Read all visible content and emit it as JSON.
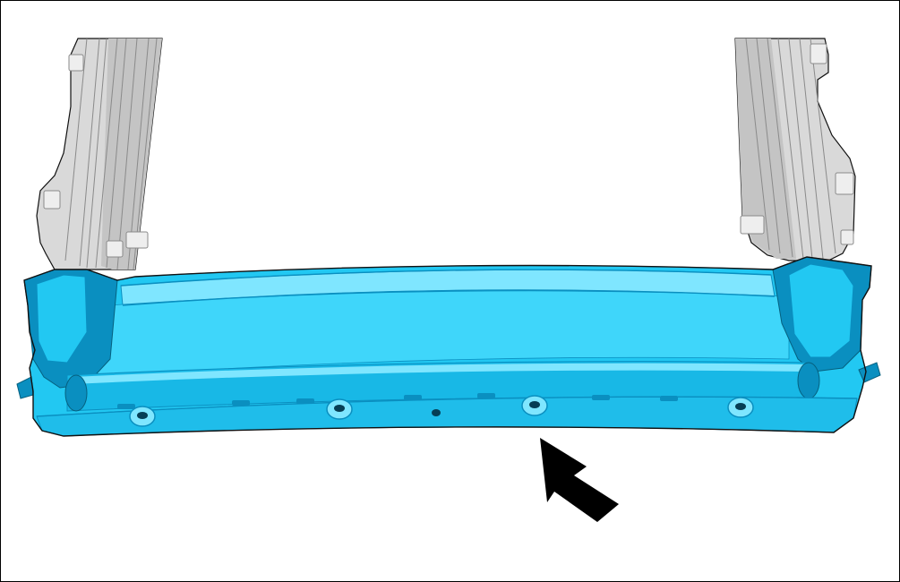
{
  "diagram": {
    "subject": "sunroof-frame-front-assembly",
    "highlight_color": "#22c8f2",
    "highlight_dark": "#0a8fc0",
    "highlight_light": "#7fe6ff",
    "rail_color": "#d9d9d9",
    "rail_dark": "#8a8a8a",
    "outline_color": "#111111",
    "arrow_color": "#000000",
    "background": "#ffffff",
    "mounting_hole_count": 4,
    "arrow_direction": "up-left"
  }
}
